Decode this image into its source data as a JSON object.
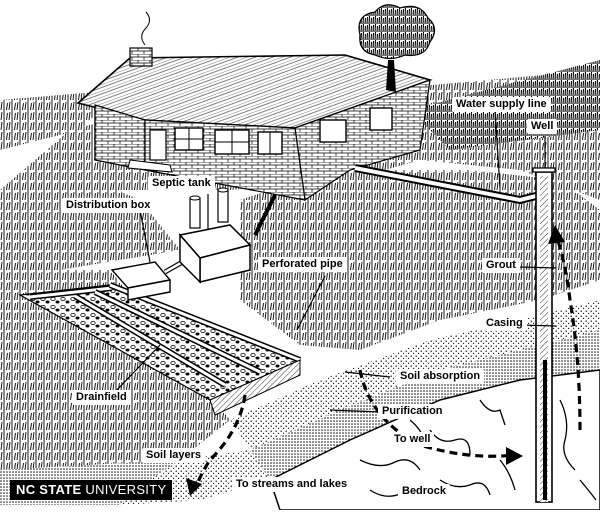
{
  "labels": {
    "water_supply_line": "Water supply line",
    "well": "Well",
    "septic_tank": "Septic tank",
    "distribution_box": "Distribution box",
    "perforated_pipe": "Perforated pipe",
    "grout": "Grout",
    "casing": "Casing",
    "soil_absorption": "Soil absorption",
    "drainfield": "Drainfield",
    "purification": "Purification",
    "to_well": "To well",
    "soil_layers": "Soil layers",
    "to_streams_and_lakes": "To streams and lakes",
    "bedrock": "Bedrock"
  },
  "logo": {
    "strong": "NC STATE",
    "light": " UNIVERSITY"
  },
  "colors": {
    "ink": "#000000",
    "paper": "#ffffff",
    "pipe_fill": "#ffffff"
  }
}
